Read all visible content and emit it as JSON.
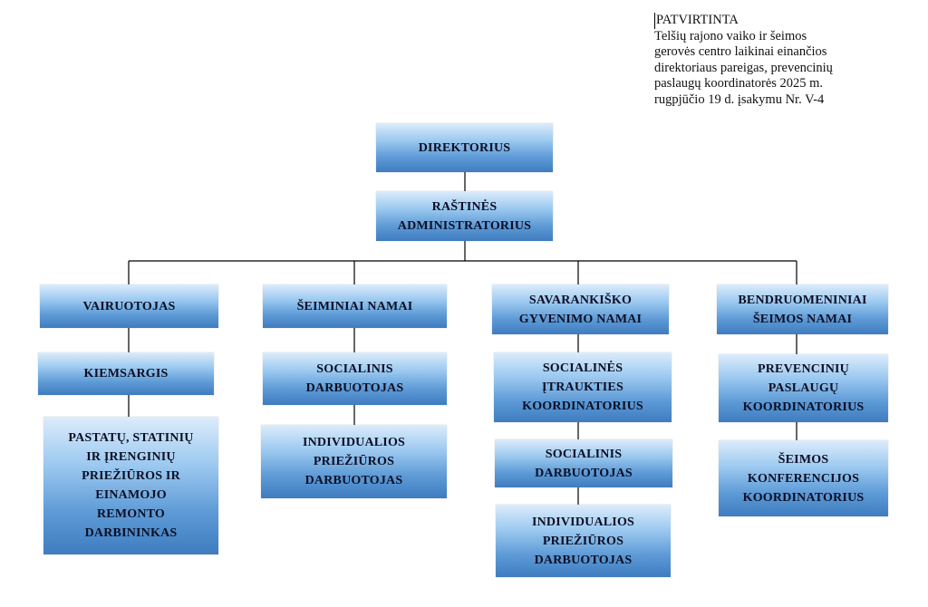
{
  "approval": {
    "lines": [
      "PATVIRTINTA",
      "Telšių rajono vaiko ir šeimos",
      "gerovės centro laikinai einančios",
      "direktoriaus pareigas, prevencinių",
      "paslaugų koordinatorės 2025 m.",
      "rugpjūčio 19 d. įsakymu Nr. V-4"
    ]
  },
  "org": {
    "director": "DIREKTORIUS",
    "office_admin": "RAŠTINĖS\nADMINISTRATORIUS",
    "columns": [
      {
        "head": "VAIRUOTOJAS",
        "items": [
          "KIEMSARGIS",
          "PASTATŲ, STATINIŲ\nIR ĮRENGINIŲ\nPRIEŽIŪROS IR\nEINAMOJO\nREMONTO\nDARBININKAS"
        ]
      },
      {
        "head": "ŠEIMINIAI NAMAI",
        "items": [
          "SOCIALINIS\nDARBUOTOJAS",
          "INDIVIDUALIOS\nPRIEŽIŪROS\nDARBUOTOJAS"
        ]
      },
      {
        "head": "SAVARANKIŠKO\nGYVENIMO NAMAI",
        "items": [
          "SOCIALINĖS\nĮTRAUKTIES\nKOORDINATORIUS",
          "SOCIALINIS\nDARBUOTOJAS",
          "INDIVIDUALIOS\nPRIEŽIŪROS\nDARBUOTOJAS"
        ]
      },
      {
        "head": "BENDRUOMENINIAI\nŠEIMOS NAMAI",
        "items": [
          "PREVENCINIŲ\nPASLAUGŲ\nKOORDINATORIUS",
          "ŠEIMOS\nKONFERENCIJOS\nKOORDINATORIUS"
        ]
      }
    ]
  }
}
